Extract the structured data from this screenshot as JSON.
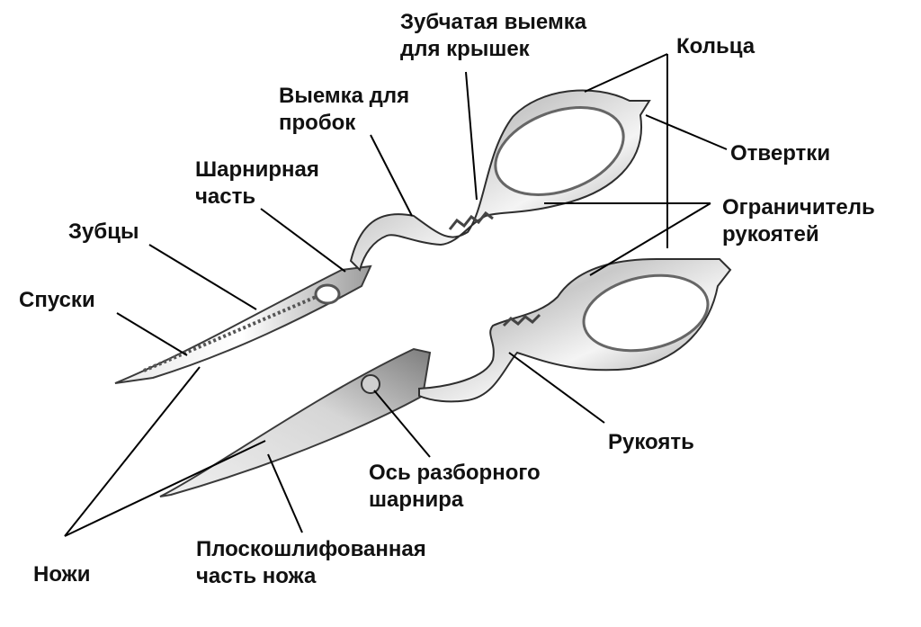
{
  "labels": {
    "teeth_notch": [
      "Зубчатая выемка",
      "для крышек"
    ],
    "rings": "Кольца",
    "cork_notch": [
      "Выемка для",
      "пробок"
    ],
    "screwdrivers": "Отвертки",
    "hinge_part": [
      "Шарнирная",
      "часть"
    ],
    "handle_limiter": [
      "Ограничитель",
      "рукоятей"
    ],
    "serrations": "Зубцы",
    "bevels": "Спуски",
    "handle": "Рукоять",
    "pivot_axis": [
      "Ось разборного",
      "шарнира"
    ],
    "knives": "Ножи",
    "flat_ground": [
      "Плоскошлифованная",
      "часть ножа"
    ]
  },
  "colors": {
    "text": "#111111",
    "leader": "#000000",
    "metal_light": "#f2f2f2",
    "metal_mid": "#b5b5b5",
    "metal_dark": "#3a3a3a"
  }
}
